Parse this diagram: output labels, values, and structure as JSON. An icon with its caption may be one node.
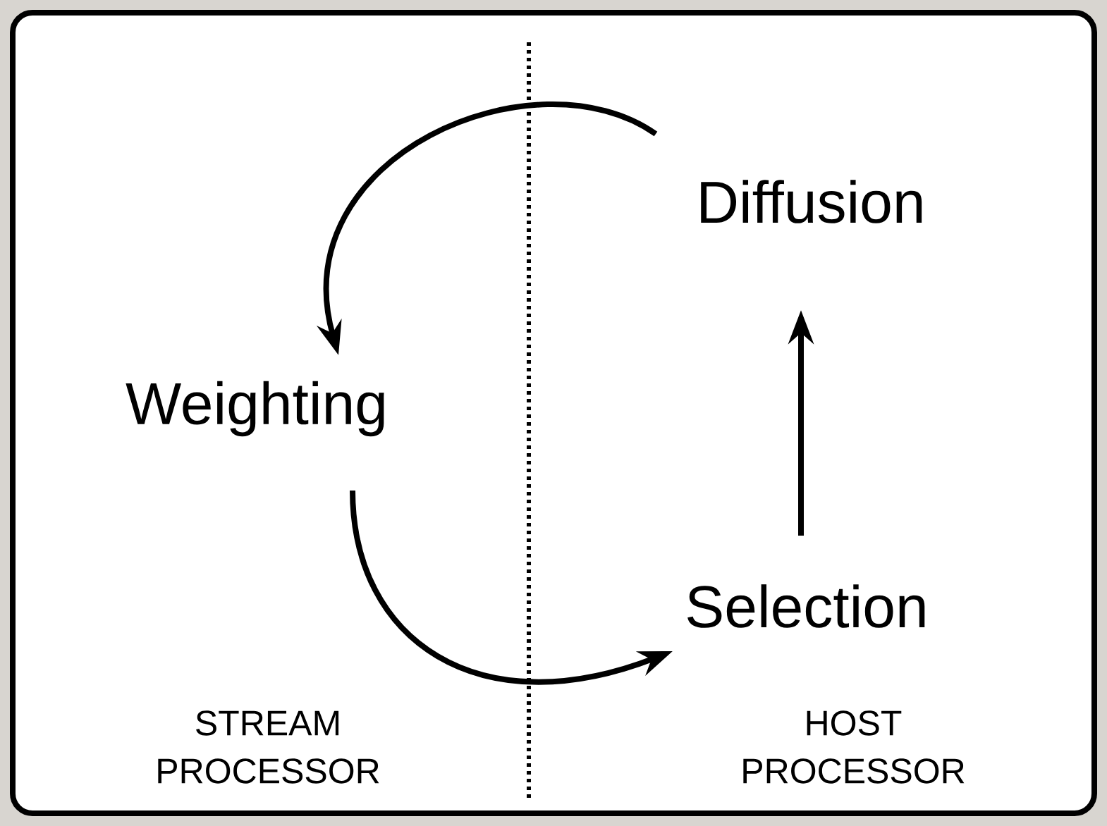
{
  "diagram": {
    "nodes": [
      {
        "text": [
          "Diffusion"
        ]
      },
      {
        "text": [
          "Weighting"
        ]
      },
      {
        "text": [
          "Selection"
        ]
      }
    ],
    "edges": [
      {
        "from": 0,
        "to": 1,
        "arrow": "to"
      },
      {
        "from": 1,
        "to": 2,
        "arrow": "to"
      },
      {
        "from": 2,
        "to": 0,
        "arrow": "to"
      }
    ],
    "labels": [
      "STREAM PROCESSOR",
      "HOST PROCESSOR"
    ]
  }
}
